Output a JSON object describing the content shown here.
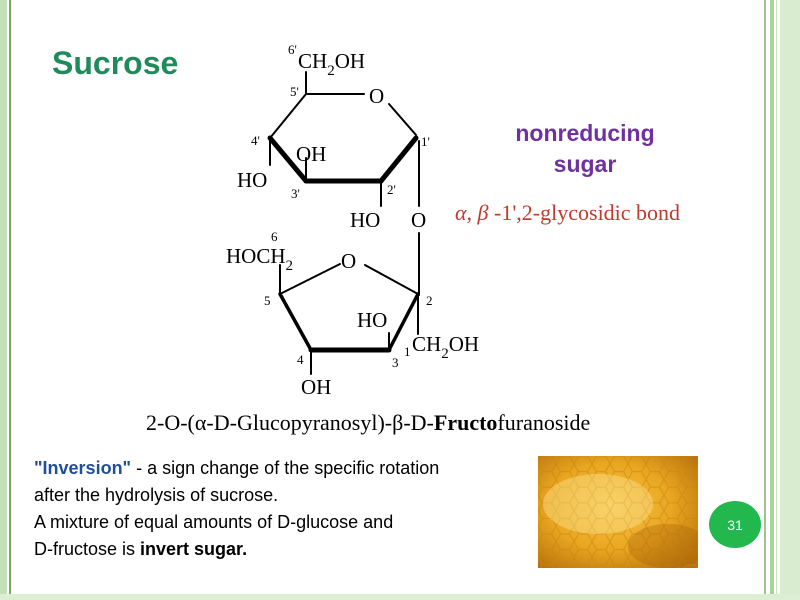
{
  "slide": {
    "title": "Sucrose",
    "side_note": [
      "nonreducing",
      "sugar"
    ],
    "bond_label": {
      "anomers": "α, β",
      "rest": "-1',2-glycosidic bond"
    },
    "systematic_name": {
      "part1": "2-O-(",
      "part2": "α",
      "part3": "-D-Glucopyranosyl)-",
      "part4": "β",
      "part5": "-D-",
      "part6": "Fructo",
      "part7": "furanoside"
    },
    "note": {
      "line1_quoted": "\"Inversion\"",
      "line1_rest": " - a sign change of the specific rotation",
      "line2": "after the hydrolysis of sucrose.",
      "line3": "A mixture of equal amounts of D-glucose and",
      "line4_start": "D-fructose is ",
      "line4_bold": "invert sugar."
    },
    "page_number": "31",
    "colors": {
      "title": "#1f8a5a",
      "side_note": "#7030a0",
      "bond_label": "#c0392b",
      "inversion": "#1f4e9a",
      "badge": "#22b84d"
    }
  },
  "structure_labels": {
    "glucose": {
      "c6": "6'",
      "ch2oh_top": "CH",
      "ch2oh_sub": "2",
      "ch2oh_end": "OH",
      "c5": "5'",
      "ring_o": "O",
      "c4": "4'",
      "c1": "1'",
      "oh3": "OH",
      "ho4": "HO",
      "c3": "3'",
      "c2": "2'",
      "ho2": "HO",
      "bridge_o": "O"
    },
    "fructose": {
      "c6": "6",
      "hoch2_ho": "HO",
      "hoch2_ch": "CH",
      "hoch2_sub": "2",
      "ring_o": "O",
      "c5": "5",
      "c2": "2",
      "ho3": "HO",
      "c1": "1",
      "ch2oh_ch": "CH",
      "ch2oh_sub": "2",
      "ch2oh_oh": "OH",
      "c4": "4",
      "c3": "3",
      "oh4": "OH"
    }
  }
}
